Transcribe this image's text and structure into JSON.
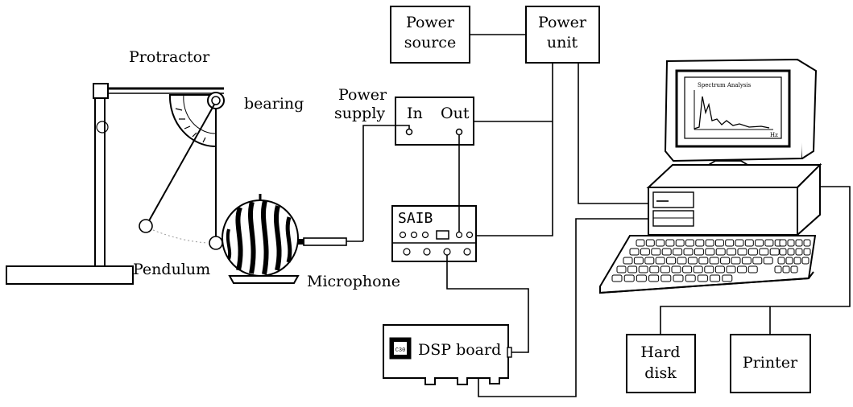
{
  "labels": {
    "protractor": "Protractor",
    "bearing": "bearing",
    "pendulum": "Pendulum",
    "microphone": "Microphone",
    "power_supply_line1": "Power",
    "power_supply_line2": "supply",
    "in": "In",
    "out": "Out",
    "saib": "SAIB",
    "power_source_line1": "Power",
    "power_source_line2": "source",
    "power_unit_line1": "Power",
    "power_unit_line2": "unit",
    "dsp_board": "DSP board",
    "dsp_chip": "C30",
    "hard_disk_line1": "Hard",
    "hard_disk_line2": "disk",
    "printer": "Printer",
    "screen_title": "Spectrum Analysis",
    "screen_axis": "Hz"
  }
}
